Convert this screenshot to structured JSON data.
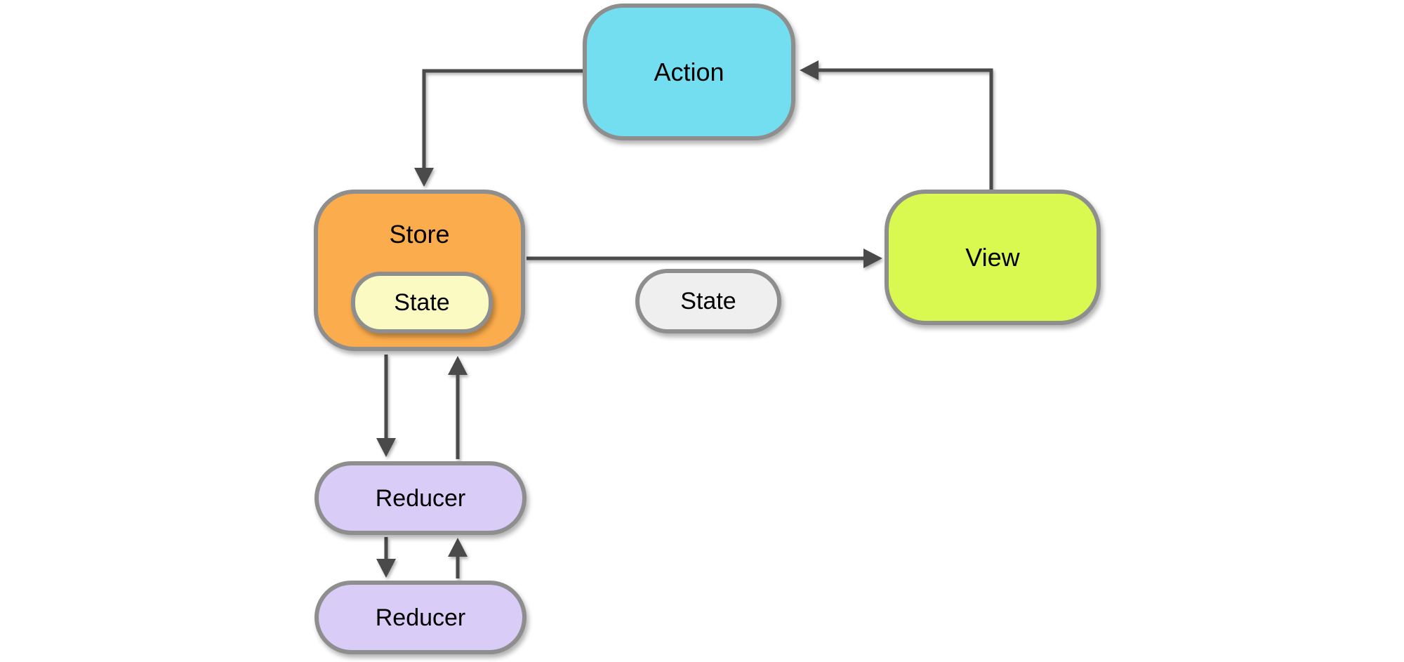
{
  "colors": {
    "background": "#ffffff",
    "node_border": "#8e8e8e",
    "arrow": "#4a4a4a",
    "text": "#000000"
  },
  "nodes": {
    "action": {
      "label": "Action",
      "fill": "#72def0"
    },
    "store": {
      "label": "Store",
      "fill": "#fbac4c"
    },
    "state_in_store": {
      "label": "State",
      "fill": "#fafac2"
    },
    "state_flow": {
      "label": "State",
      "fill": "#efefef"
    },
    "view": {
      "label": "View",
      "fill": "#d9f850"
    },
    "reducer_1": {
      "label": "Reducer",
      "fill": "#d9ccf6"
    },
    "reducer_2": {
      "label": "Reducer",
      "fill": "#d9ccf6"
    }
  },
  "edges": [
    {
      "name": "action-to-store",
      "from": "Action",
      "to": "Store"
    },
    {
      "name": "view-to-action",
      "from": "View",
      "to": "Action"
    },
    {
      "name": "store-to-view",
      "from": "Store",
      "to": "View"
    },
    {
      "name": "store-to-reducer-1",
      "from": "Store",
      "to": "Reducer"
    },
    {
      "name": "reducer-1-to-store",
      "from": "Reducer",
      "to": "Store"
    },
    {
      "name": "reducer-1-to-reducer-2",
      "from": "Reducer",
      "to": "Reducer"
    },
    {
      "name": "reducer-2-to-reducer-1",
      "from": "Reducer",
      "to": "Reducer"
    }
  ]
}
